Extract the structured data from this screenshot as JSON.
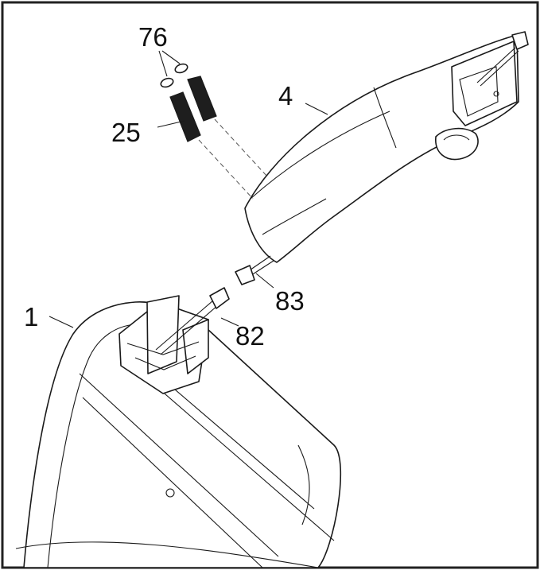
{
  "diagram": {
    "callouts": [
      {
        "id": "76",
        "label": "76"
      },
      {
        "id": "4",
        "label": "4"
      },
      {
        "id": "25",
        "label": "25"
      },
      {
        "id": "83",
        "label": "83"
      },
      {
        "id": "1",
        "label": "1"
      },
      {
        "id": "82",
        "label": "82"
      }
    ],
    "colors": {
      "line": "#1a1a1a",
      "grip": "#1e1e1e",
      "background": "#ffffff"
    }
  }
}
